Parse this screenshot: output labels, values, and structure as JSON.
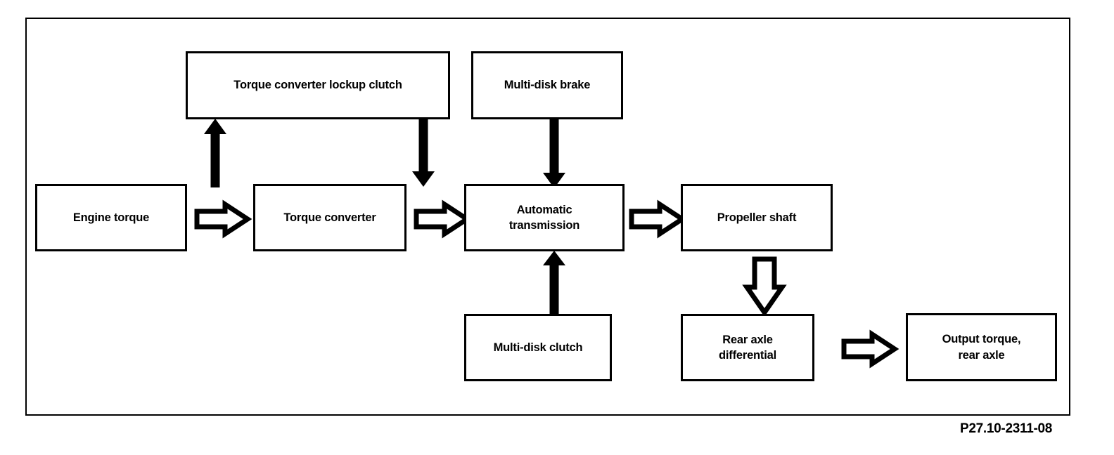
{
  "diagram": {
    "caption": "P27.10-2311-08",
    "colors": {
      "line": "#000000",
      "fill": "#ffffff",
      "background": "#ffffff"
    },
    "nodes": [
      {
        "id": "engine-torque",
        "label": "Engine torque"
      },
      {
        "id": "torque-converter-lockup-clutch",
        "label": "Torque converter lockup clutch"
      },
      {
        "id": "multi-disk-brake",
        "label": "Multi-disk brake"
      },
      {
        "id": "torque-converter",
        "label": "Torque converter"
      },
      {
        "id": "automatic-transmission",
        "label_line1": "Automatic",
        "label_line2": "transmission"
      },
      {
        "id": "propeller-shaft",
        "label": "Propeller shaft"
      },
      {
        "id": "multi-disk-clutch",
        "label": "Multi-disk clutch"
      },
      {
        "id": "rear-axle-differential",
        "label_line1": "Rear axle",
        "label_line2": "differential"
      },
      {
        "id": "output-torque-rear-axle",
        "label_line1": "Output torque,",
        "label_line2": "rear axle"
      }
    ],
    "connections": [
      {
        "id": "engine-to-converter",
        "from": "engine-torque",
        "to": "torque-converter",
        "style": "hollow",
        "direction": "right"
      },
      {
        "id": "converter-to-transmission",
        "from": "torque-converter",
        "to": "automatic-transmission",
        "style": "hollow",
        "direction": "right"
      },
      {
        "id": "transmission-to-propeller",
        "from": "automatic-transmission",
        "to": "propeller-shaft",
        "style": "hollow",
        "direction": "right"
      },
      {
        "id": "propeller-to-differential",
        "from": "propeller-shaft",
        "to": "rear-axle-differential",
        "style": "hollow",
        "direction": "down"
      },
      {
        "id": "differential-to-output",
        "from": "rear-axle-differential",
        "to": "output-torque-rear-axle",
        "style": "hollow",
        "direction": "right"
      },
      {
        "id": "engine-to-lockup-clutch",
        "from": "engine-torque",
        "to": "torque-converter-lockup-clutch",
        "style": "solid",
        "direction": "up"
      },
      {
        "id": "lockup-clutch-to-converter",
        "from": "torque-converter-lockup-clutch",
        "to": "torque-converter",
        "style": "solid",
        "direction": "down"
      },
      {
        "id": "brake-to-transmission",
        "from": "multi-disk-brake",
        "to": "automatic-transmission",
        "style": "solid",
        "direction": "down"
      },
      {
        "id": "clutch-to-transmission",
        "from": "multi-disk-clutch",
        "to": "automatic-transmission",
        "style": "solid",
        "direction": "up"
      }
    ]
  }
}
